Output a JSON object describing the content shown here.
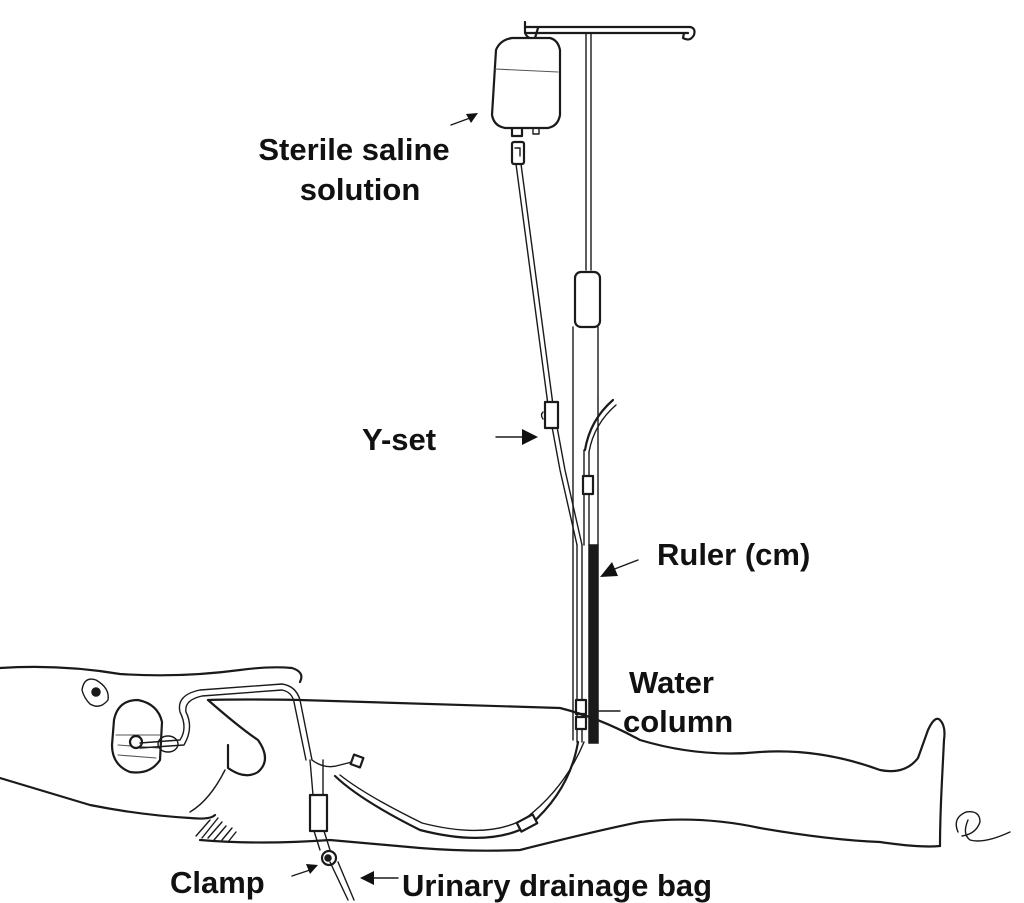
{
  "diagram": {
    "title": "Bladder pressure measurement setup",
    "labels": {
      "saline_line1": "Sterile saline",
      "saline_line2": "solution",
      "yset": "Y-set",
      "ruler": "Ruler (cm)",
      "water_line1": "Water",
      "water_line2": "column",
      "clamp": "Clamp",
      "drainage": "Urinary drainage bag"
    },
    "components": [
      "IV pole with hooks",
      "Saline bag",
      "Y-set tubing",
      "Ruler (cm)",
      "Water column",
      "Foley catheter",
      "Clamp",
      "Drainage tubing",
      "Supine patient"
    ],
    "colors": {
      "line": "#1a1a1a",
      "background": "#ffffff",
      "text": "#111111"
    }
  }
}
